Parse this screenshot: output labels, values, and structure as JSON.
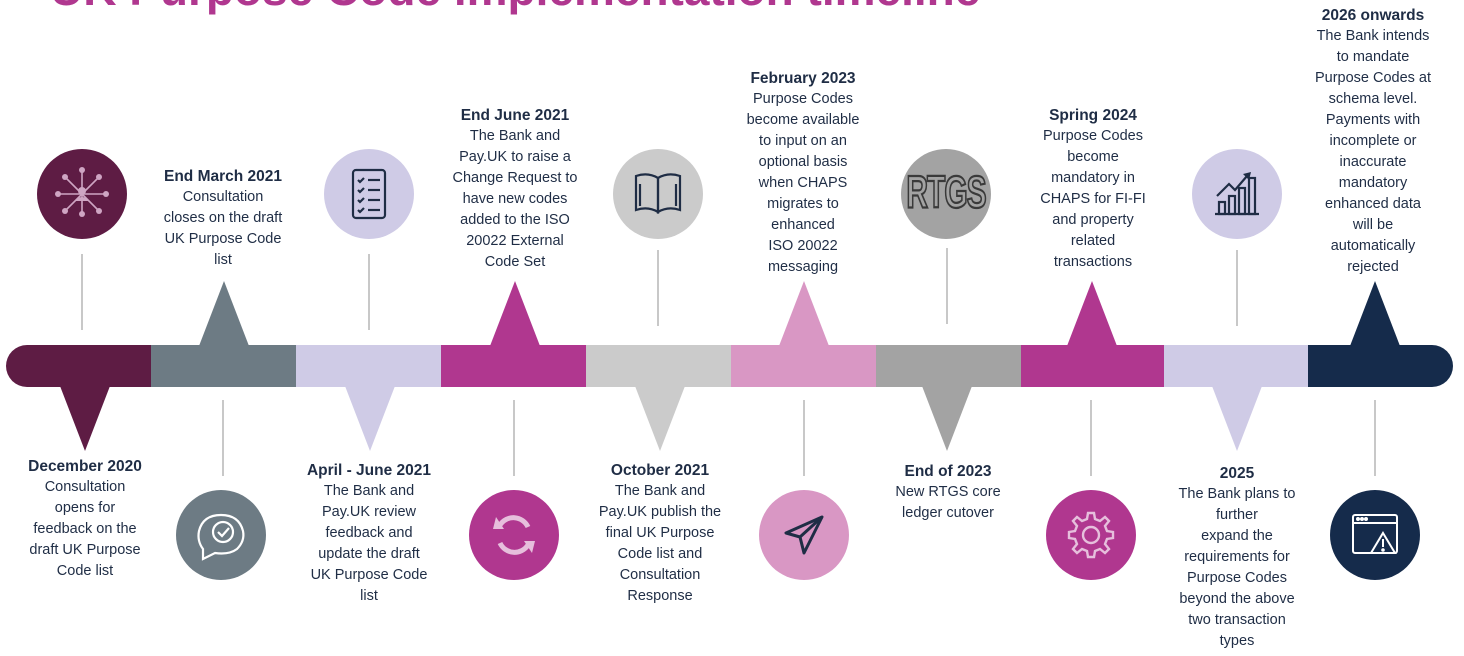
{
  "title": "UK Purpose Code implementation timeline",
  "colors": {
    "plum": "#5e1c44",
    "slate": "#6d7b84",
    "lavender": "#cfcbe6",
    "magenta": "#b0378f",
    "silver": "#cbcbcb",
    "pink": "#d997c4",
    "grey": "#a3a3a3",
    "navy": "#152b4b"
  },
  "milestones": [
    {
      "date": "December 2020",
      "text": "Consultation\nopens for\nfeedback on the\ndraft UK Purpose\nCode list",
      "icon": "network-people-icon"
    },
    {
      "date": "End March 2021",
      "text": "Consultation\ncloses on the draft\nUK Purpose Code\nlist",
      "icon": "speech-bubble-check-icon"
    },
    {
      "date": "April - June 2021",
      "text": "The Bank and\nPay.UK review\nfeedback and\nupdate the draft\nUK Purpose Code\nlist",
      "icon": "checklist-icon"
    },
    {
      "date": "End June 2021",
      "text": "The Bank and\nPay.UK to raise a\nChange Request to\nhave new codes\nadded to the ISO\n20022 External\nCode Set",
      "icon": "refresh-cycle-icon"
    },
    {
      "date": "October 2021",
      "text": "The Bank and\nPay.UK publish the\nfinal UK Purpose\nCode list and\nConsultation\nResponse",
      "icon": "open-book-icon"
    },
    {
      "date": "February 2023",
      "text": "Purpose Codes\nbecome available\nto input on an\noptional basis\nwhen CHAPS\nmigrates to\nenhanced\nISO 20022\nmessaging",
      "icon": "paper-plane-icon"
    },
    {
      "date": "End of 2023",
      "text": "New RTGS core\nledger cutover",
      "icon": "rtgs-icon",
      "icon_text": "RTGS"
    },
    {
      "date": "Spring 2024",
      "text": "Purpose Codes\nbecome\nmandatory in\nCHAPS for FI-FI\nand property\nrelated\ntransactions",
      "icon": "gear-icon"
    },
    {
      "date": "2025",
      "text": "The Bank plans to\nfurther\nexpand the\nrequirements for\nPurpose Codes\nbeyond the above\ntwo transaction\ntypes",
      "icon": "growth-chart-icon"
    },
    {
      "date": "2026 onwards",
      "text": "The Bank intends\nto mandate\nPurpose Codes at\nschema level.\nPayments with\nincomplete or\ninaccurate\nmandatory\nenhanced data\nwill be\nautomatically\nrejected",
      "icon": "browser-warning-icon"
    }
  ]
}
